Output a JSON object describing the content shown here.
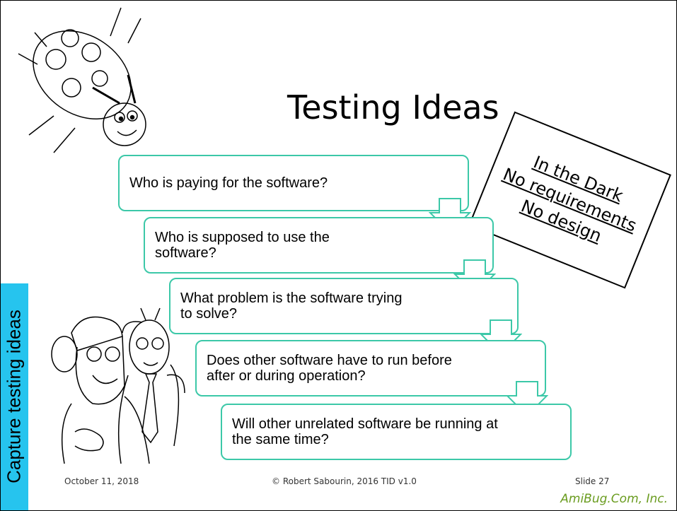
{
  "slide": {
    "title": "Testing Ideas",
    "sidebar_label": "Capture testing ideas",
    "questions": [
      "Who is paying for the software?",
      "Who is supposed to use the software?",
      "What problem is the software trying to solve?",
      "Does other software have to run before after or during operation?",
      "Will other unrelated software be running at the same time?"
    ],
    "stamp": [
      "In the Dark",
      "No requirements",
      "No design"
    ],
    "footer": {
      "date": "October 11, 2018",
      "copyright": "© Robert Sabourin, 2016 TID v1.0",
      "slide_number": "Slide 27",
      "brand": "AmiBug.Com, Inc."
    }
  },
  "colors": {
    "box_border": "#3cc8a8",
    "sidebar": "#26c4ee",
    "brand": "#6a9c1f"
  }
}
